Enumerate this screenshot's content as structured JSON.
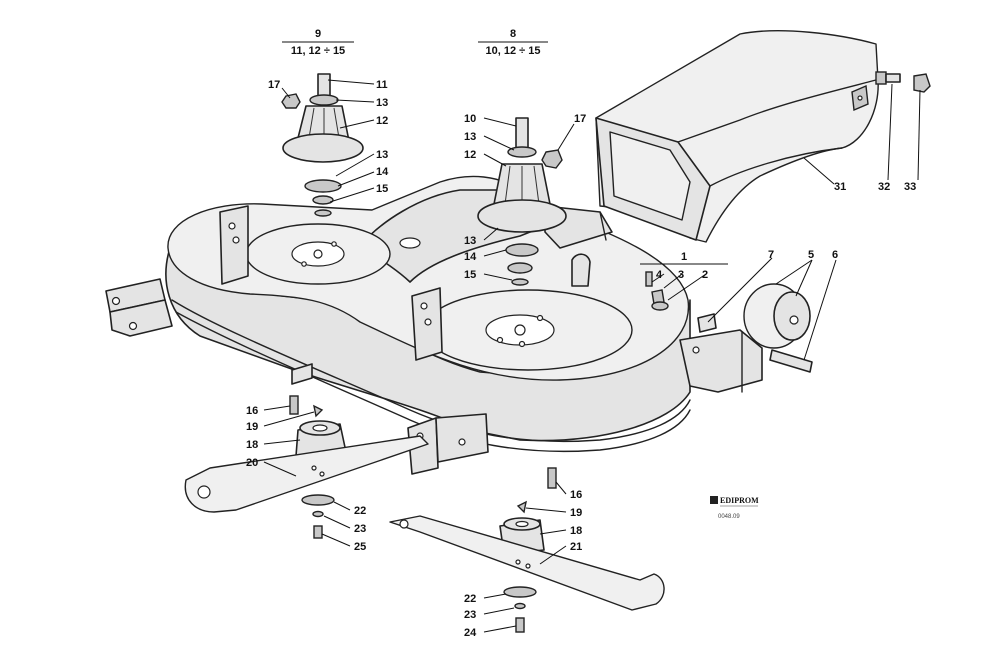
{
  "diagram": {
    "groups": [
      {
        "id": "group-9",
        "number": "9",
        "range": "11, 12 ÷ 15"
      },
      {
        "id": "group-8",
        "number": "8",
        "range": "10, 12 ÷ 15"
      },
      {
        "id": "group-1",
        "number": "1",
        "range": ""
      }
    ],
    "callouts": {
      "c1": "1",
      "c2": "2",
      "c3": "3",
      "c4": "4",
      "c5": "5",
      "c6": "6",
      "c7": "7",
      "c10": "10",
      "c11": "11",
      "c12a": "12",
      "c12b": "12",
      "c13a": "13",
      "c13b": "13",
      "c13c": "13",
      "c13d": "13",
      "c14a": "14",
      "c14b": "14",
      "c15a": "15",
      "c15b": "15",
      "c16a": "16",
      "c16b": "16",
      "c17a": "17",
      "c17b": "17",
      "c18a": "18",
      "c18b": "18",
      "c19a": "19",
      "c19b": "19",
      "c20": "20",
      "c21": "21",
      "c22a": "22",
      "c22b": "22",
      "c23a": "23",
      "c23b": "23",
      "c24": "24",
      "c25": "25",
      "c31": "31",
      "c32": "32",
      "c33": "33"
    },
    "logo": {
      "brand": "EDIPROM",
      "drawing_code": "0048.09"
    }
  }
}
